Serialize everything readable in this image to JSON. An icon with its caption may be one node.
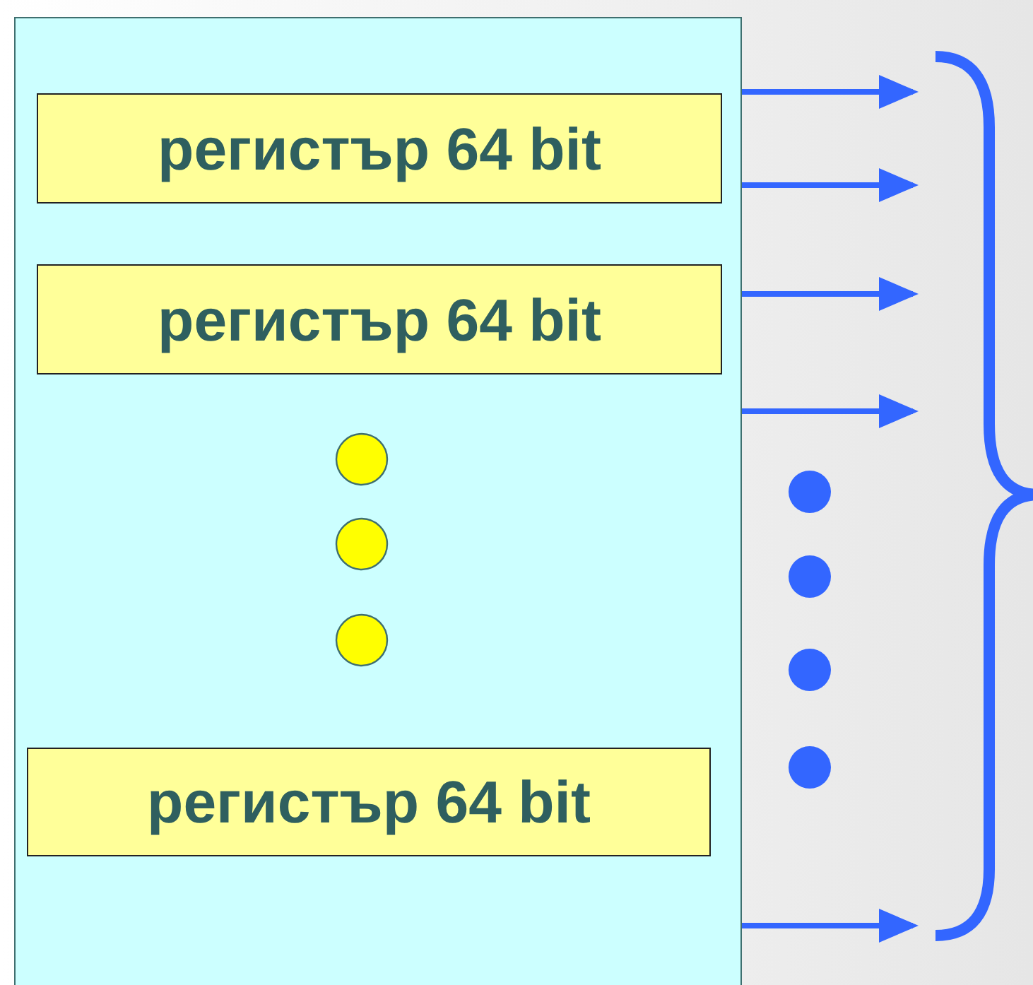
{
  "diagram": {
    "nodes": [
      {
        "text": [],
        "shape": "box"
      },
      {
        "text": [
          "регистър 64 bit"
        ],
        "in": 0
      },
      {
        "text": [
          "регистър 64 bit"
        ],
        "in": 0
      },
      {
        "text": [
          "регистър 64 bit"
        ],
        "in": 0
      },
      {
        "text": [],
        "shape": "bracket"
      }
    ],
    "edges": [
      {
        "from": 0,
        "to": 4,
        "arrow": "to"
      },
      {
        "from": 0,
        "to": 4,
        "arrow": "to"
      },
      {
        "from": 0,
        "to": 4,
        "arrow": "to"
      },
      {
        "from": 0,
        "to": 4,
        "arrow": "to"
      },
      {
        "from": 0,
        "to": 4,
        "arrow": "to"
      }
    ]
  }
}
